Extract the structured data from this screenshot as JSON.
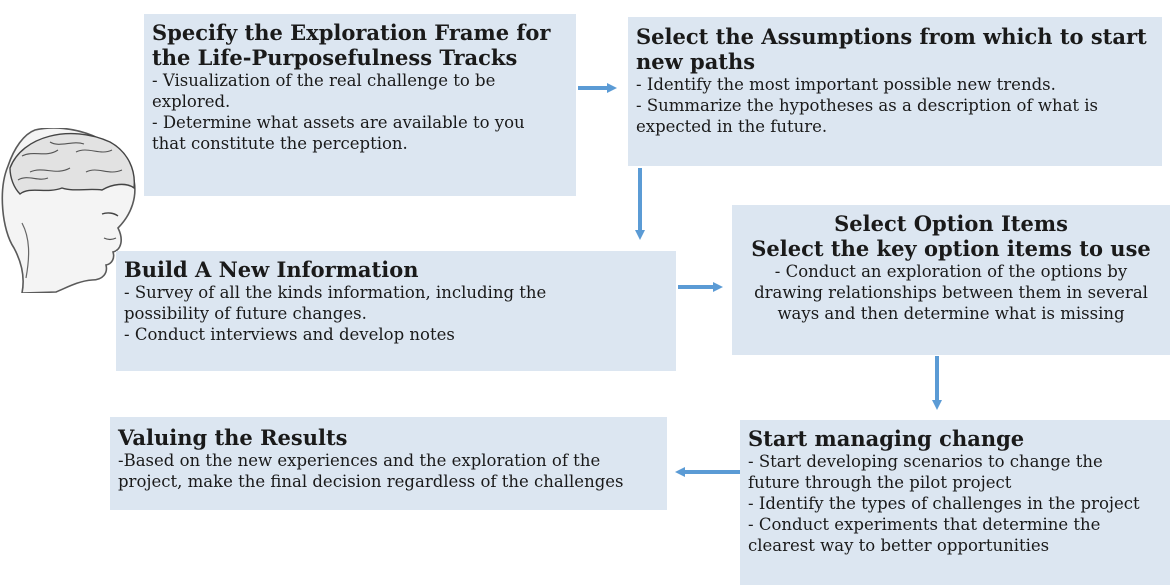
{
  "colors": {
    "box_fill": "#dce6f1",
    "arrow": "#5b9bd5"
  },
  "figure": {
    "icon": "human-head-brain-icon"
  },
  "boxes": {
    "frame": {
      "title": [
        "Specify the Exploration Frame for",
        "the Life-Purposefulness Tracks"
      ],
      "lines": [
        "- Visualization of the real challenge to be",
        "explored.",
        "- Determine what assets are available to you",
        "that constitute the perception."
      ]
    },
    "assumptions": {
      "title": [
        "Select the Assumptions from which to start",
        "new paths"
      ],
      "lines": [
        "- Identify the most important possible new trends.",
        "- Summarize the hypotheses as a description of what is",
        "expected in the future."
      ]
    },
    "information": {
      "title": [
        "Build A New Information"
      ],
      "lines": [
        "- Survey of all the kinds information, including the",
        "possibility of future changes.",
        "- Conduct interviews and develop notes"
      ]
    },
    "options": {
      "title": [
        "Select Option Items",
        "Select the key option items to use"
      ],
      "lines": [
        "- Conduct an exploration of the options by",
        "drawing relationships between them in several",
        "ways and then determine what is missing"
      ]
    },
    "change": {
      "title": [
        "Start managing change"
      ],
      "lines": [
        "- Start developing  scenarios to change the",
        "future through the pilot project",
        "- Identify the types of challenges in the project",
        "- Conduct experiments that determine the",
        "clearest way to better opportunities"
      ]
    },
    "results": {
      "title": [
        "Valuing the Results"
      ],
      "lines": [
        "-Based on the new experiences and the exploration of the",
        "project, make the final decision regardless of the challenges"
      ]
    }
  }
}
